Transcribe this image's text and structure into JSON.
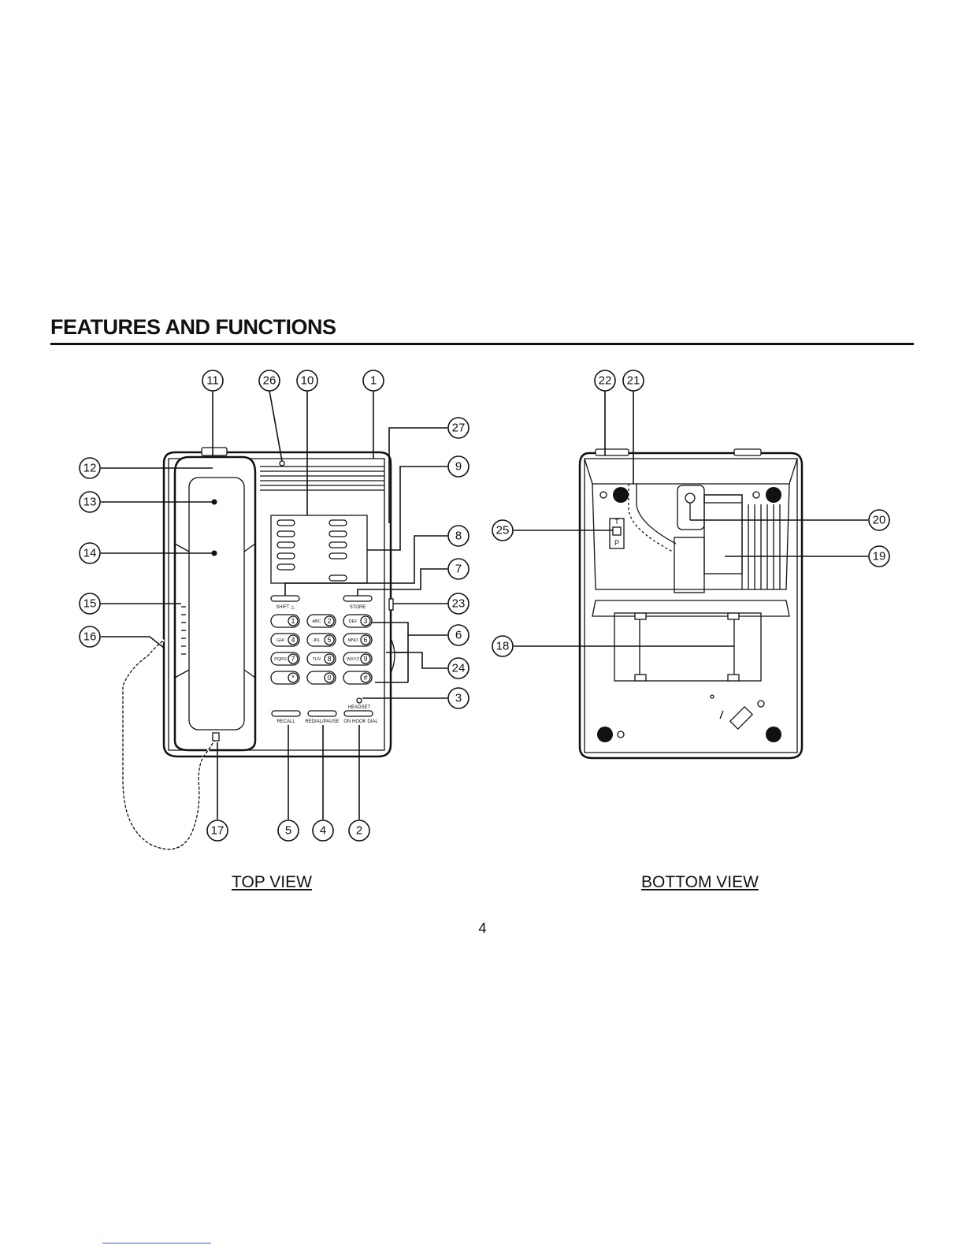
{
  "header": {
    "title": "FEATURES AND FUNCTIONS"
  },
  "top_view": {
    "label": "TOP VIEW",
    "keypad": [
      {
        "letters": "",
        "digit": "1"
      },
      {
        "letters": "ABC",
        "digit": "2"
      },
      {
        "letters": "DEF",
        "digit": "3"
      },
      {
        "letters": "GHI",
        "digit": "4"
      },
      {
        "letters": "JKL",
        "digit": "5"
      },
      {
        "letters": "MNO",
        "digit": "6"
      },
      {
        "letters": "PQRS",
        "digit": "7"
      },
      {
        "letters": "TUV",
        "digit": "8"
      },
      {
        "letters": "WXYZ",
        "digit": "9"
      },
      {
        "letters": "",
        "digit": "*"
      },
      {
        "letters": "",
        "digit": "0"
      },
      {
        "letters": "",
        "digit": "#"
      }
    ],
    "button_labels": {
      "shift": "SHIFT △",
      "store": "STORE",
      "headset": "HEADSET",
      "recall": "RECALL",
      "redial": "REDIAL/PAUSE",
      "onhook": "ON HOOK DIAL"
    },
    "callouts": [
      "11",
      "26",
      "10",
      "1",
      "27",
      "9",
      "12",
      "13",
      "14",
      "15",
      "16",
      "8",
      "7",
      "23",
      "6",
      "24",
      "3",
      "17",
      "5",
      "4",
      "2"
    ]
  },
  "bottom_view": {
    "label": "BOTTOM VIEW",
    "switch_labels": {
      "top": "T",
      "bottom": "P"
    },
    "callouts": [
      "22",
      "21",
      "25",
      "20",
      "19",
      "18"
    ]
  },
  "footer": {
    "page_number": "4"
  }
}
